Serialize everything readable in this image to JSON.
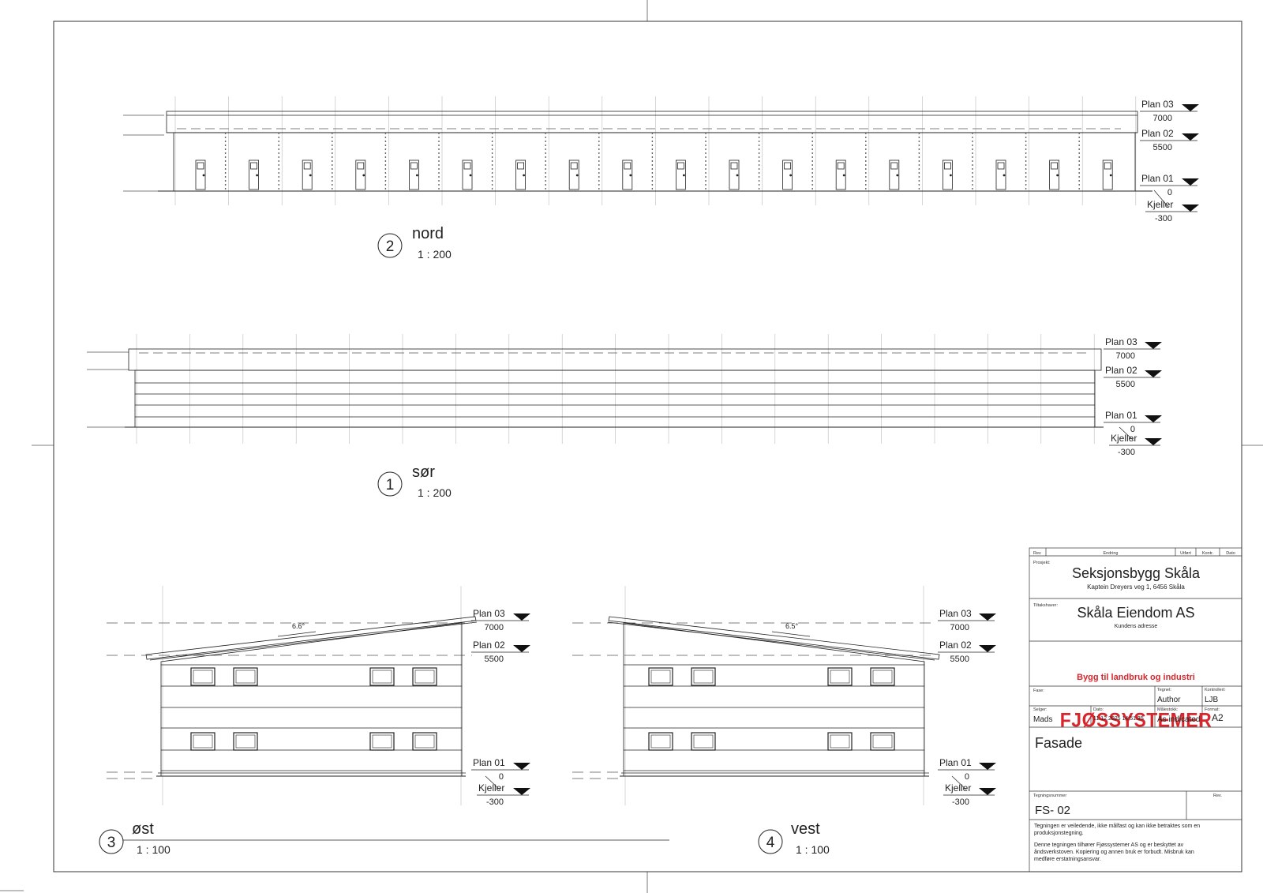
{
  "views": {
    "nord": {
      "num": "2",
      "name": "nord",
      "scale": "1 : 200"
    },
    "sor": {
      "num": "1",
      "name": "sør",
      "scale": "1 : 200"
    },
    "ost": {
      "num": "3",
      "name": "øst",
      "scale": "1 : 100",
      "pitch": "6.6°"
    },
    "vest": {
      "num": "4",
      "name": "vest",
      "scale": "1 : 100",
      "pitch": "6.5°"
    }
  },
  "levels": {
    "plan03": {
      "name": "Plan 03",
      "elev": "7000"
    },
    "plan02": {
      "name": "Plan 02",
      "elev": "5500"
    },
    "plan01": {
      "name": "Plan 01",
      "elev": "0"
    },
    "kjeller": {
      "name": "Kjeller",
      "elev": "-300"
    }
  },
  "title_block": {
    "rev_header": {
      "rev": "Rev",
      "endring": "Endring",
      "utfort": "Utført",
      "kontr": "Kontr.",
      "dato": "Dato"
    },
    "prosjekt_label": "Prosjekt:",
    "prosjekt_name": "Seksjonsbygg Skåla",
    "prosjekt_address": "Kaptein Dreyers veg 1, 6456 Skåla",
    "tiltakshaver_label": "Tiltakshaver:",
    "tiltakshaver_name": "Skåla Eiendom AS",
    "tiltakshaver_sub": "Kundens adresse",
    "logo_text": "FJØSSYSTEMER",
    "slogan": "Bygg til landbruk og industri",
    "fase_label": "Fase:",
    "tegnet_label": "Tegnet:",
    "tegnet_value": "Author",
    "kontrollert_label": "Kontrollert:",
    "kontrollert_value": "LJB",
    "selger_label": "Selger:",
    "selger_value": "Mads",
    "dato_label": "Dato:",
    "dato_value": "11.12.2025 14:51:35",
    "malestokk_label": "Målestokk:",
    "malestokk_value": "As indicated",
    "format_label": "Format:",
    "format_value": "A2",
    "sheet_title": "Fasade",
    "tegningsnummer_label": "Tegningsnummer",
    "tegningsnummer_value": "FS- 02",
    "rev_label": "Rev.",
    "disclaimer1": "Tegningen er veiledende, ikke målfast og kan ikke betraktes som en produksjonstegning.",
    "disclaimer2": "Denne tegningen tilhører Fjøssystemer AS og er beskyttet av åndsverkstoven. Kopiering og annen bruk er forbudt. Misbruk kan medføre erstatningsansvar."
  },
  "colors": {
    "line": "#222222",
    "logo_red": "#d9262c",
    "grid": "#bbbbbb"
  }
}
